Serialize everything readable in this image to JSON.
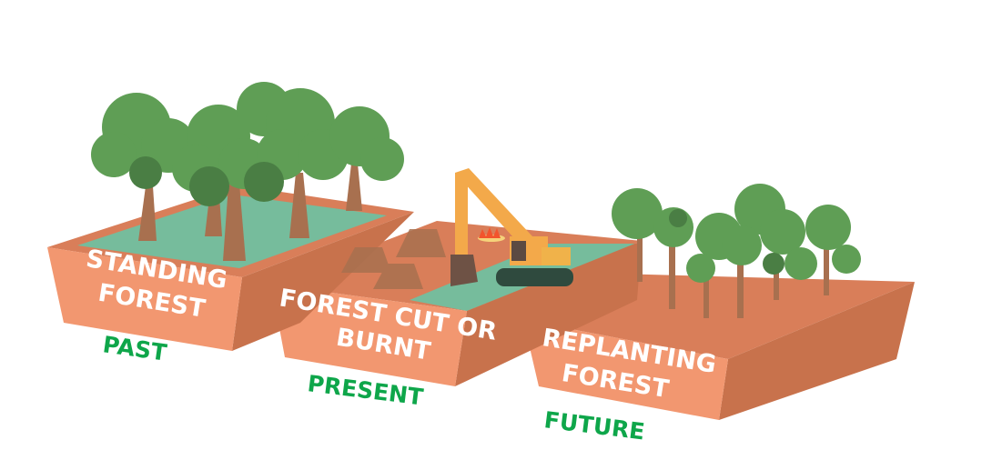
{
  "stages": [
    {
      "label_line1": "STANDING",
      "label_line2": "FOREST",
      "era": "PAST"
    },
    {
      "label_line1": "FOREST CUT OR",
      "label_line2": "BURNT",
      "era": "PRESENT"
    },
    {
      "label_line1": "REPLANTING",
      "label_line2": "FOREST",
      "era": "FUTURE"
    }
  ],
  "colors": {
    "front_face": "#f29770",
    "side_face": "#c8724c",
    "top_face": "#d97e59",
    "grass": "#76bc9c",
    "trunk": "#a8704f",
    "foliage": "#5f9e55",
    "foliage_dark": "#4a7e44",
    "era_text": "#0ea64a",
    "excavator": "#f3a94a"
  }
}
